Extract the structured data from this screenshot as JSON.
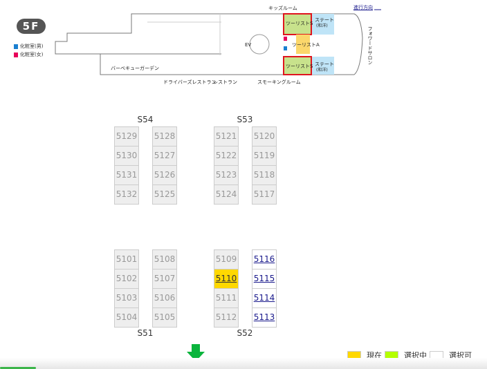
{
  "deck": {
    "floor": "5F",
    "direction_label": "進行方向",
    "restroom_male": "化粧室(男)",
    "restroom_female": "化粧室(女)",
    "plan_labels": {
      "kids_room": "キッズルーム",
      "tourist_s_top": "ツーリストS",
      "tourist_s_bottom": "ツーリストS",
      "tourist_a": "ツーリストA",
      "state_top": "ステート",
      "state_top_sub": "(和洋)",
      "state_bottom": "ステート",
      "state_bottom_sub": "(和洋)",
      "forward_salon": "フォワードサロン",
      "ev": "EV",
      "bbq_garden": "バーベキューガーデン",
      "drivers_restaurant": "ドライバーズレストラン",
      "restaurant": "レストラン",
      "smoking_room": "スモーキングルーム"
    }
  },
  "sections": [
    {
      "label": "S54",
      "columns": [
        [
          "5129",
          "5130",
          "5131",
          "5132"
        ],
        [
          "5128",
          "5127",
          "5126",
          "5125"
        ]
      ]
    },
    {
      "label": "S53",
      "columns": [
        [
          "5121",
          "5122",
          "5123",
          "5124"
        ],
        [
          "5120",
          "5119",
          "5118",
          "5117"
        ]
      ]
    },
    {
      "label": "S51",
      "columns": [
        [
          "5101",
          "5102",
          "5103",
          "5104"
        ],
        [
          "5108",
          "5107",
          "5106",
          "5105"
        ]
      ]
    },
    {
      "label": "S52",
      "columns": [
        [
          "5109",
          "5110",
          "5111",
          "5112"
        ],
        [
          "5116",
          "5115",
          "5114",
          "5113"
        ]
      ]
    }
  ],
  "current_room": "5110",
  "available_rooms": [
    "5116",
    "5115",
    "5114",
    "5113"
  ],
  "legend": {
    "current": "現在",
    "selecting": "選択中",
    "available": "選択可"
  },
  "colors": {
    "current": "#ffd800",
    "selecting": "#b4ff00",
    "available": "#ffffff",
    "arrow": "#0ab43c",
    "tourist_s": "#c8e28c",
    "state": "#bfe4f7",
    "tourist_a": "#fbd76b"
  },
  "icons": {
    "next": "arrow-down-icon"
  }
}
